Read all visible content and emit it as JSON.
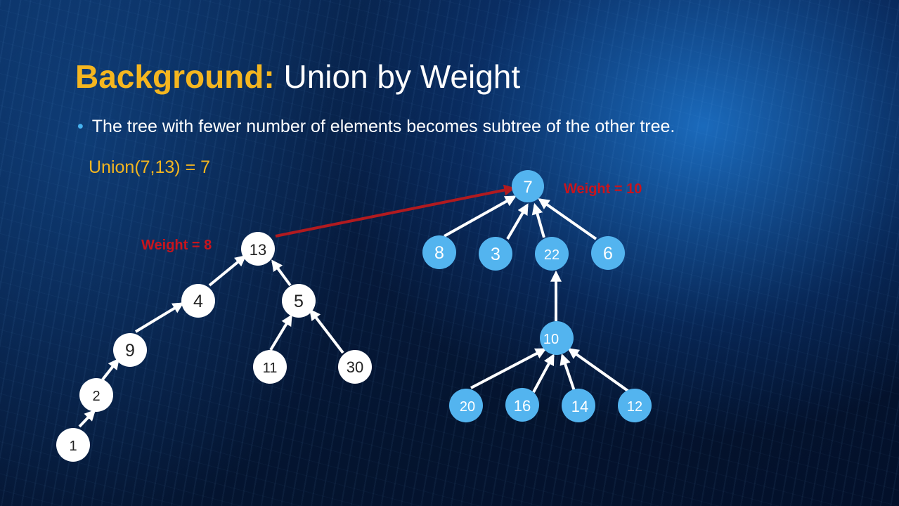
{
  "title": {
    "accent": "Background:",
    "rest": " Union by Weight"
  },
  "bullet": "The tree with fewer number of elements becomes subtree of the other tree.",
  "union_label": "Union(7,13) = 7",
  "weights": {
    "left": "Weight = 8",
    "right": "Weight = 10"
  },
  "nodes": {
    "n7": "7",
    "n8": "8",
    "n3": "3",
    "n22": "22",
    "n6": "6",
    "n10": "10",
    "n20": "20",
    "n16": "16",
    "n14": "14",
    "n12": "12",
    "n13": "13",
    "n4": "4",
    "n5": "5",
    "n9": "9",
    "n11": "11",
    "n30": "30",
    "n2": "2",
    "n1": "1"
  },
  "colors": {
    "accent": "#f5b61f",
    "right_tree_fill": "#53b4ef",
    "left_tree_fill": "#ffffff",
    "weight_text": "#c9141c",
    "union_arrow": "#b11a1f",
    "edge": "#ffffff"
  }
}
